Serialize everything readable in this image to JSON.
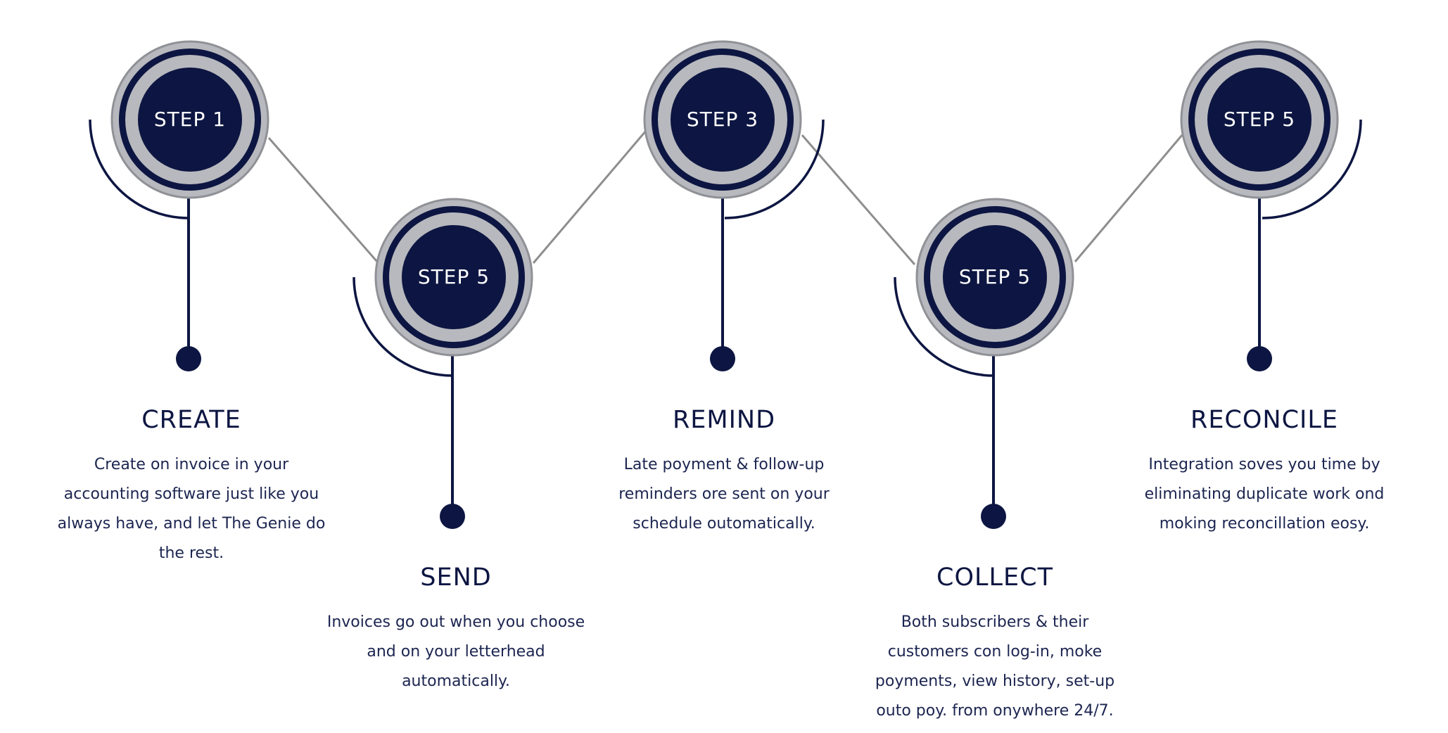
{
  "colors": {
    "navy": "#0d1642",
    "ring_gray": "#b8b9be",
    "connector_gray": "#8e8e8e",
    "text": "#0d1642"
  },
  "steps": [
    {
      "badge": "STEP 1",
      "title": "CREATE",
      "description": "Create on invoice in your accounting software just like you always have, and let The Genie do the rest."
    },
    {
      "badge": "STEP 5",
      "title": "SEND",
      "description": "Invoices go out when you choose and on your letterhead automatically."
    },
    {
      "badge": "STEP 3",
      "title": "REMIND",
      "description": "Late poyment & follow-up reminders ore sent on your schedule outomatically."
    },
    {
      "badge": "STEP 5",
      "title": "COLLECT",
      "description": "Both subscribers & their customers con log-in, moke poyments, view history, set-up outo poy. from onywhere 24/7."
    },
    {
      "badge": "STEP 5",
      "title": "RECONCILE",
      "description": "Integration soves you time by eliminating duplicate work ond moking reconcillation eosy."
    }
  ]
}
